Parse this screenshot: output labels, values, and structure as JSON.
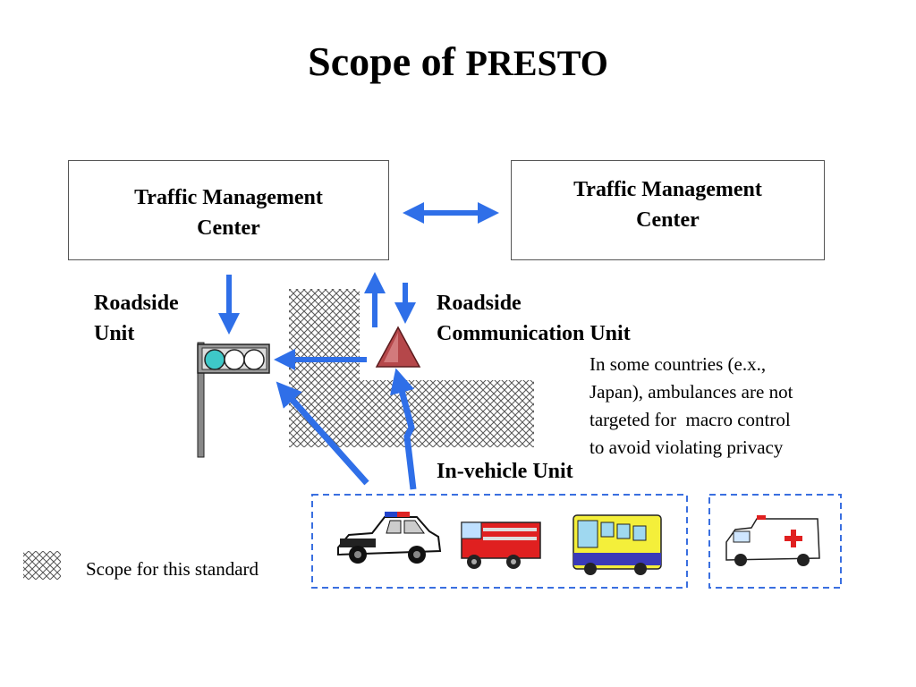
{
  "title": {
    "main": "Scope of ",
    "acronym": "PRESTO"
  },
  "boxes": {
    "left": {
      "line1": "Traffic Management",
      "line2": "Center"
    },
    "right": {
      "line1": "Traffic Management",
      "line2": "Center"
    }
  },
  "labels": {
    "roadside_unit": {
      "line1": "Roadside",
      "line2": "Unit"
    },
    "roadside_comm_unit": {
      "line1": "Roadside",
      "line2": "Communication Unit"
    },
    "in_vehicle_unit": "In-vehicle Unit"
  },
  "note": {
    "line1": "In some countries (e.x.,",
    "line2": "Japan), ambulances are not",
    "line3": "targeted for  macro control",
    "line4": "to avoid violating privacy"
  },
  "legend": {
    "text": "Scope for this standard"
  },
  "icons": {
    "traffic_light": "traffic-light-icon",
    "roadside_comm": "triangle-antenna-icon",
    "police_car": "police-car-icon",
    "fire_truck": "fire-truck-icon",
    "bus": "bus-icon",
    "ambulance": "ambulance-icon"
  },
  "colors": {
    "arrow": "#2f6fe8",
    "triangle": "#b5474a",
    "signal_lit": "#3ec8c8",
    "dash": "#3a6fe0"
  }
}
